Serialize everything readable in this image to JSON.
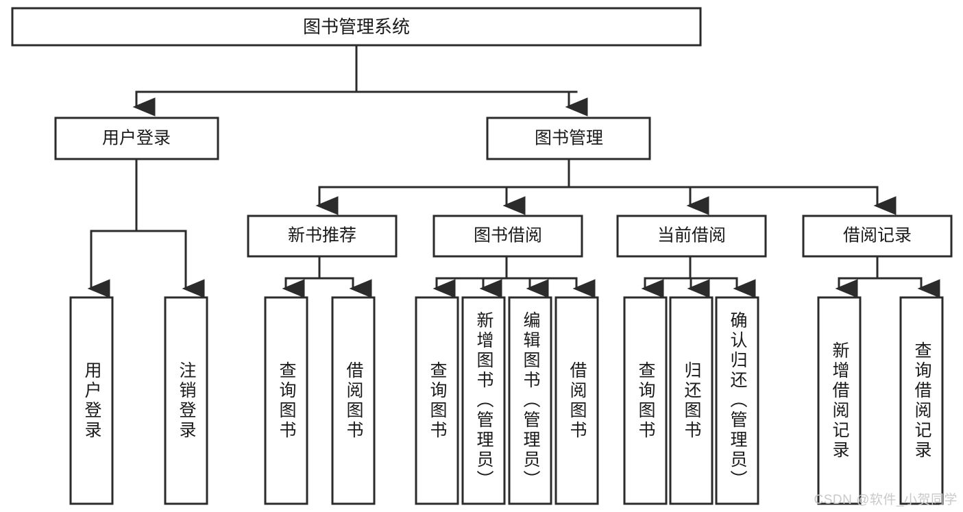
{
  "diagram": {
    "type": "tree",
    "title_node": {
      "id": "root",
      "label": "图书管理系统"
    },
    "level2": [
      {
        "id": "user-login",
        "label": "用户登录"
      },
      {
        "id": "book-manage",
        "label": "图书管理"
      }
    ],
    "level3": [
      {
        "id": "new-book-recommend",
        "label": "新书推荐",
        "parent": "book-manage"
      },
      {
        "id": "book-borrow",
        "label": "图书借阅",
        "parent": "book-manage"
      },
      {
        "id": "current-borrow",
        "label": "当前借阅",
        "parent": "book-manage"
      },
      {
        "id": "borrow-record",
        "label": "借阅记录",
        "parent": "book-manage"
      }
    ],
    "leaves": [
      {
        "id": "leaf-user-login",
        "label": "用户登录",
        "parent": "user-login"
      },
      {
        "id": "leaf-logout-login",
        "label": "注销登录",
        "parent": "user-login"
      },
      {
        "id": "leaf-query-book-1",
        "label": "查询图书",
        "parent": "new-book-recommend"
      },
      {
        "id": "leaf-borrow-book-1",
        "label": "借阅图书",
        "parent": "new-book-recommend"
      },
      {
        "id": "leaf-query-book-2",
        "label": "查询图书",
        "parent": "book-borrow"
      },
      {
        "id": "leaf-add-book",
        "label": "新增图书（管理员）",
        "parent": "book-borrow"
      },
      {
        "id": "leaf-edit-book",
        "label": "编辑图书（管理员）",
        "parent": "book-borrow"
      },
      {
        "id": "leaf-borrow-book-2",
        "label": "借阅图书",
        "parent": "book-borrow"
      },
      {
        "id": "leaf-query-book-3",
        "label": "查询图书",
        "parent": "current-borrow"
      },
      {
        "id": "leaf-return-book",
        "label": "归还图书",
        "parent": "current-borrow"
      },
      {
        "id": "leaf-confirm-return",
        "label": "确认归还（管理员）",
        "parent": "current-borrow"
      },
      {
        "id": "leaf-add-record",
        "label": "新增借阅记录",
        "parent": "borrow-record"
      },
      {
        "id": "leaf-query-record",
        "label": "查询借阅记录",
        "parent": "borrow-record"
      }
    ],
    "colors": {
      "box_fill": "#ffffff",
      "box_stroke": "#2b2b2b",
      "text": "#1a1a1a",
      "background": "#ffffff",
      "watermark": "#c9c9c9"
    }
  },
  "watermark": {
    "text": "CSDN @软件_小贺同学"
  }
}
